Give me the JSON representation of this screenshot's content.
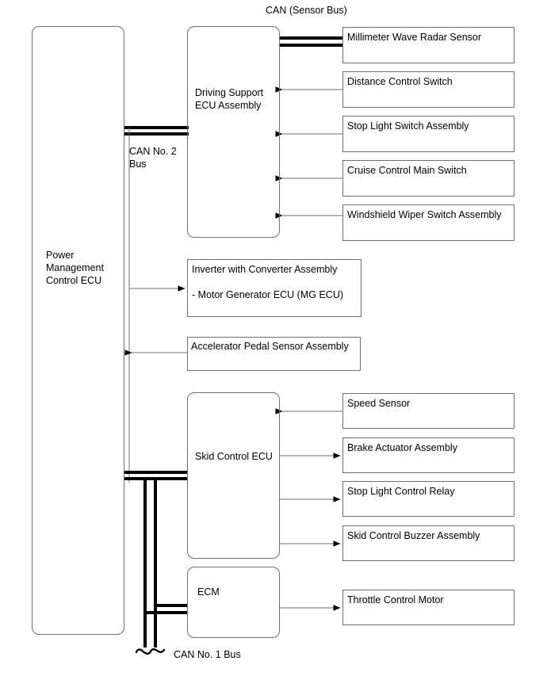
{
  "diagram": {
    "title": "CAN (Sensor Bus)",
    "bus_labels": {
      "can2": "CAN No. 2\nBus",
      "can1": "CAN No. 1 Bus"
    },
    "ecus": {
      "power_management": "Power\nManagement\nControl ECU",
      "driving_support": "Driving Support\nECU Assembly",
      "skid_control": "Skid Control ECU",
      "ecm": "ECM"
    },
    "driving_support_peripherals": [
      {
        "label": "Millimeter Wave Radar Sensor",
        "link": "bus"
      },
      {
        "label": "Distance Control Switch",
        "link": "arrow-left"
      },
      {
        "label": "Stop Light Switch Assembly",
        "link": "arrow-left"
      },
      {
        "label": "Cruise Control Main Switch",
        "link": "arrow-left"
      },
      {
        "label": "Windshield Wiper Switch Assembly",
        "link": "arrow-left"
      }
    ],
    "power_management_peripherals": [
      {
        "label": "Inverter with Converter Assembly\n\n- Motor Generator ECU (MG ECU)",
        "link": "arrow-right"
      },
      {
        "label": "Accelerator Pedal Sensor Assembly",
        "link": "arrow-left"
      }
    ],
    "skid_control_peripherals": [
      {
        "label": "Speed Sensor",
        "link": "arrow-left"
      },
      {
        "label": "Brake Actuator Assembly",
        "link": "arrow-right"
      },
      {
        "label": "Stop Light Control Relay",
        "link": "arrow-right"
      },
      {
        "label": "Skid Control Buzzer Assembly",
        "link": "arrow-right"
      }
    ],
    "ecm_peripherals": [
      {
        "label": "Throttle Control Motor",
        "link": "arrow-right"
      }
    ],
    "colors": {
      "line": "#6f6f6f",
      "bus": "#000000",
      "text": "#000000",
      "background": "#ffffff"
    }
  }
}
